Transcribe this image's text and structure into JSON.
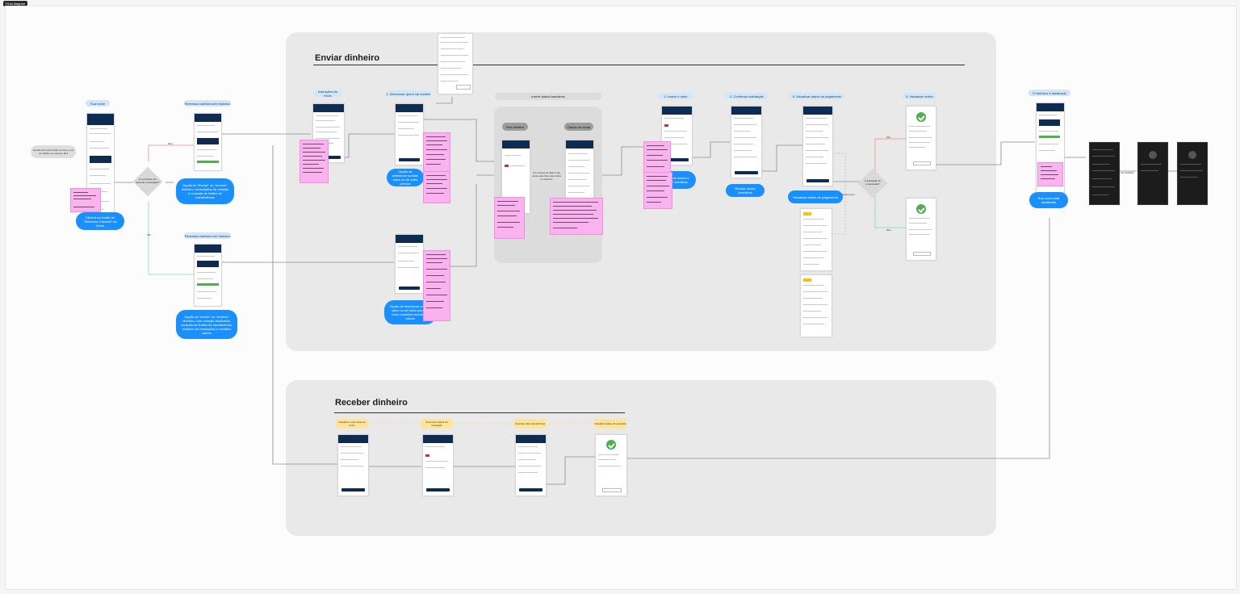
{
  "frame_tag": "Final diagram",
  "sections": {
    "enviar": {
      "title": "Enviar dinheiro"
    },
    "receber": {
      "title": "Receber dinheiro"
    }
  },
  "steps": {
    "sua_home": "Sua home",
    "remessa_sem": "Remessa cambial sem histórico",
    "remessa_com": "Remessa cambial com histórico",
    "instrucoes": "Instruções de envio",
    "selecionar": "1. Selecionar quem vai receber",
    "inserir_bancarios": "Inserir dados bancários",
    "pelo_destino": "Pelo destino",
    "dados_conta": "Dados da conta",
    "inserir_valor": "2. Inserir o valor",
    "confirmar": "3. Confirmar solicitação",
    "visualizar_pag": "4. Visualizar dados de pagamento",
    "visualizar_recibo": "5. Visualizar recibo",
    "historico": "O histórico é atualizado"
  },
  "receber_steps": {
    "r1": "Visualizar e concordar de envio",
    "r2": "Preencher dados da transação",
    "r3": "Escolher data. Envio/Trocar",
    "r4": "Visualizar status da operação"
  },
  "bubbles": {
    "clicked_card": "Clicked em botão de \"Remessa Cambial\" na Home",
    "opcao_enviar_sem": "Opção de \"Enviar\" ou \"receber\" dinheiro, consultados de cotação e consulta de limites de transferência",
    "opcao_enviar_com": "Opção de \"enviar\" ou \"receber\" dinheiro, com cotação atualizada, consulta de limites de transferência, histórico de transações e contatos salvos",
    "opcao_selecionar_1": "Opção de selecionar contato salvo ou de outra pessoa",
    "opcao_selecionar_2": "Opção de selecionar contato salvo ou de outra pessoa. Inclui contatos recentes e salvos",
    "opcao_inserir": "Opção de inserir o valor e visualizar",
    "revisar": "Revisar dados bancários",
    "visualizar_dados": "Visualizar dados de pagamento",
    "sua_conta": "Sua conta está atualizada"
  },
  "decisions": {
    "primeira_vez": "É a primeira vez fazendo a transação?",
    "pagamento": "A transação foi processada?"
  },
  "edge_labels": {
    "sim_top": "Não",
    "nao_bottom": "Sim",
    "sim_right": "Sim",
    "nao_right": "Não",
    "volta": "Retorna pro",
    "detalhe": "Ver detalhes"
  },
  "notes": {
    "cloud_home": "Atendimento pelo botão na home, tem um atalho com acesso fácil",
    "cloud_bancarios": "Os campos de dados são muito parecidos para todos os destinos"
  }
}
